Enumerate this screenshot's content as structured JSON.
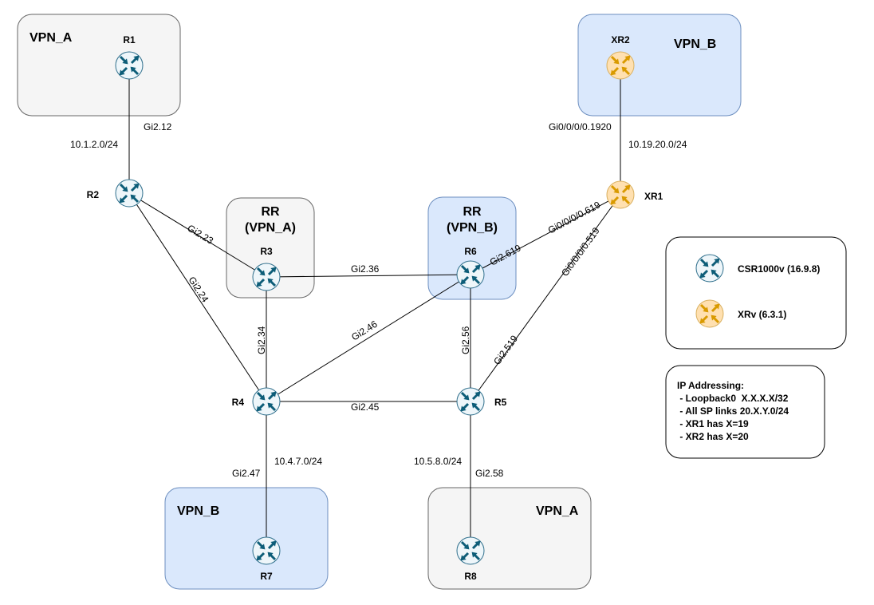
{
  "colors": {
    "gray_fill": "#f5f5f5",
    "gray_stroke": "#666666",
    "blue_fill": "#dae8fc",
    "blue_stroke": "#6c8ebf",
    "csr_fill": "#eef6fa",
    "csr_stroke": "#2f6f8c",
    "csr_arrow": "#0d5d78",
    "xrv_fill": "#ffe0b0",
    "xrv_stroke": "#d9b060",
    "xrv_arrow": "#d99a00"
  },
  "groups": [
    {
      "id": "vpn-a-top",
      "title": "VPN_A",
      "style": "gray"
    },
    {
      "id": "vpn-b-top",
      "title": "VPN_B",
      "style": "blue"
    },
    {
      "id": "rr-vpn-a",
      "title": "RR\n(VPN_A)",
      "style": "gray"
    },
    {
      "id": "rr-vpn-b",
      "title": "RR\n(VPN_B)",
      "style": "blue"
    },
    {
      "id": "vpn-b-bottom",
      "title": "VPN_B",
      "style": "blue"
    },
    {
      "id": "vpn-a-bottom",
      "title": "VPN_A",
      "style": "gray"
    }
  ],
  "routers": [
    {
      "id": "R1",
      "label": "R1",
      "type": "csr"
    },
    {
      "id": "R2",
      "label": "R2",
      "type": "csr"
    },
    {
      "id": "R3",
      "label": "R3",
      "type": "csr"
    },
    {
      "id": "R4",
      "label": "R4",
      "type": "csr"
    },
    {
      "id": "R5",
      "label": "R5",
      "type": "csr"
    },
    {
      "id": "R6",
      "label": "R6",
      "type": "csr"
    },
    {
      "id": "R7",
      "label": "R7",
      "type": "csr"
    },
    {
      "id": "R8",
      "label": "R8",
      "type": "csr"
    },
    {
      "id": "XR1",
      "label": "XR1",
      "type": "xrv"
    },
    {
      "id": "XR2",
      "label": "XR2",
      "type": "xrv"
    }
  ],
  "links": [
    {
      "from": "R1",
      "to": "R2",
      "labels": [
        "Gi2.12",
        "10.1.2.0/24"
      ]
    },
    {
      "from": "XR2",
      "to": "XR1",
      "labels": [
        "Gi0/0/0/0.1920",
        "10.19.20.0/24"
      ]
    },
    {
      "from": "R2",
      "to": "R3",
      "labels": [
        "Gi2.23"
      ]
    },
    {
      "from": "R2",
      "to": "R4",
      "labels": [
        "Gi2.24"
      ]
    },
    {
      "from": "R3",
      "to": "R6",
      "labels": [
        "Gi2.36"
      ]
    },
    {
      "from": "R3",
      "to": "R4",
      "labels": [
        "Gi2.34"
      ]
    },
    {
      "from": "R4",
      "to": "R6",
      "labels": [
        "Gi2.46"
      ]
    },
    {
      "from": "R6",
      "to": "R5",
      "labels": [
        "Gi2.56"
      ]
    },
    {
      "from": "R4",
      "to": "R5",
      "labels": [
        "Gi2.45"
      ]
    },
    {
      "from": "R6",
      "to": "XR1",
      "labels": [
        "Gi2.619",
        "Gi0/0/0/0.619"
      ]
    },
    {
      "from": "R5",
      "to": "XR1",
      "labels": [
        "Gi2.519",
        "Gi0/0/0/0.519"
      ]
    },
    {
      "from": "R4",
      "to": "R7",
      "labels": [
        "Gi2.47",
        "10.4.7.0/24"
      ]
    },
    {
      "from": "R5",
      "to": "R8",
      "labels": [
        "Gi2.58",
        "10.5.8.0/24"
      ]
    }
  ],
  "legend": {
    "items": [
      {
        "type": "csr",
        "label": "CSR1000v (16.9.8)"
      },
      {
        "type": "xrv",
        "label": "XRv (6.3.1)"
      }
    ]
  },
  "ip_addressing": {
    "title": "IP Addressing:",
    "lines": [
      " - Loopback0  X.X.X.X/32",
      " - All SP links 20.X.Y.0/24",
      " - XR1 has X=19",
      " - XR2 has X=20"
    ]
  }
}
